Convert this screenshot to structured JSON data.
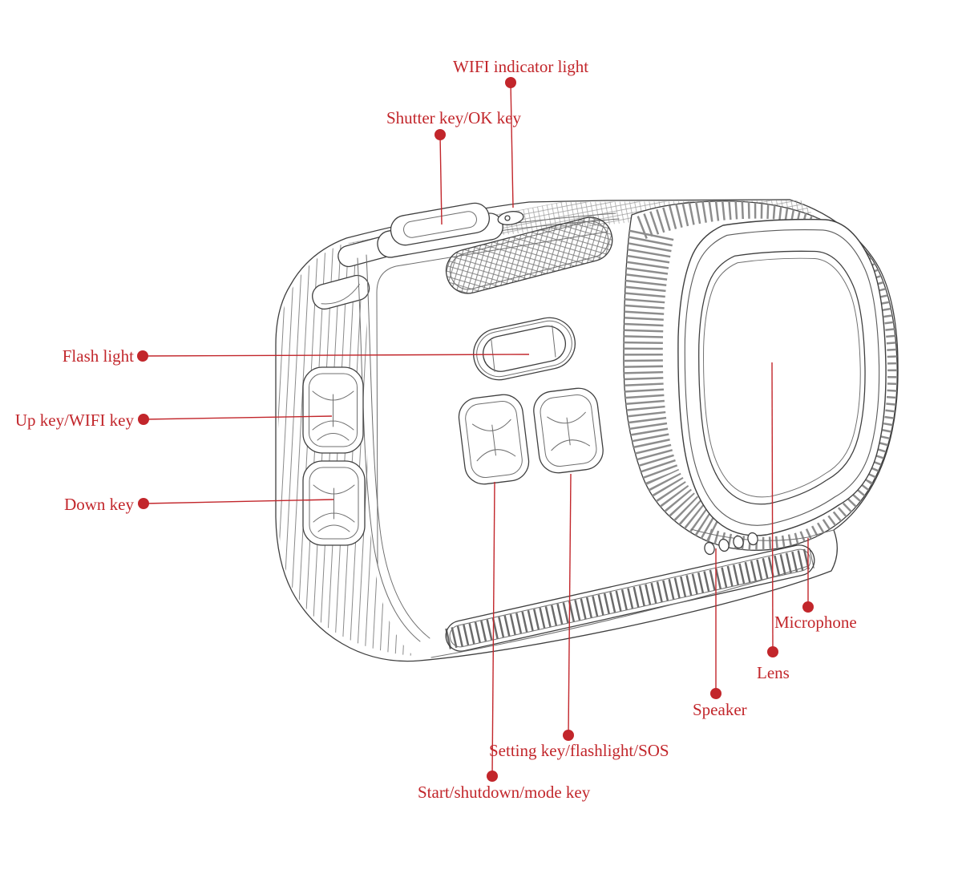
{
  "colors": {
    "accent": "#c2262b",
    "ink": "#3f3f3f",
    "paper": "#ffffff"
  },
  "diagram": {
    "labels": {
      "wifi_indicator_light": "WIFI indicator light",
      "shutter_key": "Shutter key/OK key",
      "flash_light": "Flash light",
      "up_key": "Up key/WIFI key",
      "down_key": "Down key",
      "microphone": "Microphone",
      "lens": "Lens",
      "speaker": "Speaker",
      "setting_key": "Setting key/flashlight/SOS",
      "start_key": "Start/shutdown/mode key"
    }
  }
}
